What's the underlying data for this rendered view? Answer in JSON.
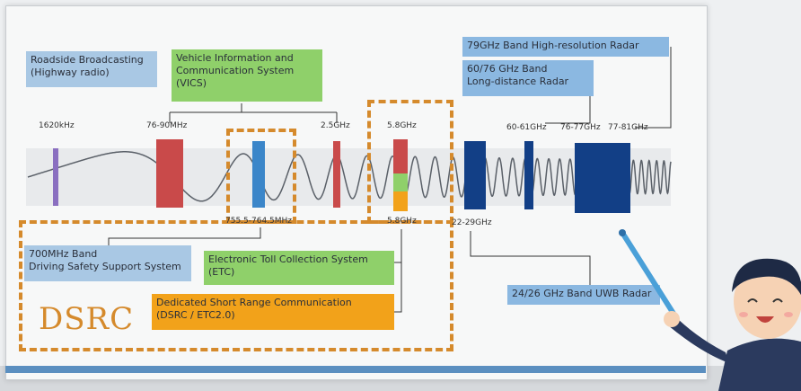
{
  "boxes": {
    "roadside": "Roadside Broadcasting\n(Highway radio)",
    "vics": "Vehicle Information and\nCommunication System\n(VICS)",
    "radar79": "79GHz Band High-resolution  Radar",
    "radar6076": "60/76 GHz Band\nLong-distance Radar",
    "ds700": "700MHz Band\nDriving Safety Support System",
    "etc": "Electronic Toll Collection System\n(ETC)",
    "dsrc_box": "Dedicated Short Range Communication\n(DSRC / ETC2.0)",
    "uwb": "24/26 GHz Band UWB Radar"
  },
  "freq_labels": {
    "f1620": "1620kHz",
    "f7690": "76-90MHz",
    "f25": "2.5GHz",
    "f58top": "5.8GHz",
    "f6061": "60-61GHz",
    "f7677": "76-77GHz",
    "f7781": "77-81GHz",
    "f755": "755.5-764.5MHz",
    "f58bot": "5.8GHz",
    "f2229": "22-29GHz"
  },
  "dsrc_title": "DSRC",
  "colors": {
    "purple": "#8a6fc0",
    "red": "#c94a4a",
    "blue_light": "#3b86c9",
    "navy": "#123f86",
    "green": "#8fd06a",
    "orange": "#f2a21a",
    "dash": "#d58a2c"
  }
}
